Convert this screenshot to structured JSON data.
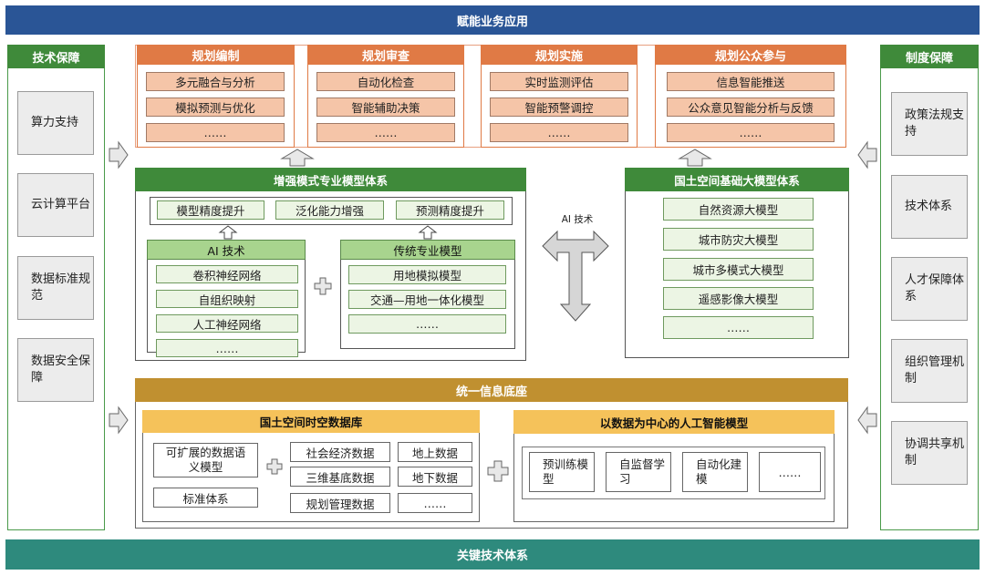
{
  "top_bar": "赋能业务应用",
  "bottom_bar": "关键技术体系",
  "left_panel": {
    "title": "技术保障",
    "items": [
      "算力支持",
      "云计算平台",
      "数据标准规范",
      "数据安全保障"
    ]
  },
  "right_panel": {
    "title": "制度保障",
    "items": [
      "政策法规支持",
      "技术体系",
      "人才保障体系",
      "组织管理机制",
      "协调共享机制"
    ]
  },
  "apps": [
    {
      "title": "规划编制",
      "items": [
        "多元融合与分析",
        "模拟预测与优化",
        "……"
      ]
    },
    {
      "title": "规划审查",
      "items": [
        "自动化检查",
        "智能辅助决策",
        "……"
      ]
    },
    {
      "title": "规划实施",
      "items": [
        "实时监测评估",
        "智能预警调控",
        "……"
      ]
    },
    {
      "title": "规划公众参与",
      "items": [
        "信息智能推送",
        "公众意见智能分析与反馈",
        "……"
      ]
    }
  ],
  "enhanced": {
    "title": "增强模式专业模型体系",
    "capabilities": [
      "模型精度提升",
      "泛化能力增强",
      "预测精度提升"
    ],
    "ai": {
      "title": "AI 技术",
      "items": [
        "卷积神经网络",
        "自组织映射",
        "人工神经网络",
        "……"
      ]
    },
    "traditional": {
      "title": "传统专业模型",
      "items": [
        "用地模拟模型",
        "交通—用地一体化模型",
        "……"
      ]
    }
  },
  "ai_arrow_label": "AI 技术",
  "foundation": {
    "title": "国土空间基础大模型体系",
    "items": [
      "自然资源大模型",
      "城市防灾大模型",
      "城市多模式大模型",
      "遥感影像大模型",
      "……"
    ]
  },
  "base": {
    "title": "统一信息底座",
    "database": {
      "title": "国土空间时空数据库",
      "left_items": [
        "可扩展的数据语义模型",
        "标准体系"
      ],
      "grid_items": [
        "社会经济数据",
        "地上数据",
        "三维基底数据",
        "地下数据",
        "规划管理数据",
        "……"
      ]
    },
    "ai_model": {
      "title": "以数据为中心的人工智能模型",
      "items": [
        "预训练模型",
        "自监督学习",
        "自动化建模",
        "……"
      ]
    }
  },
  "colors": {
    "blue_bar": "#2a5596",
    "teal_bar": "#2e8a7d",
    "green_head": "#3f8a3a",
    "orange_head": "#e07a45",
    "gold_bar": "#c09030",
    "yellow_head": "#f5c25a"
  }
}
